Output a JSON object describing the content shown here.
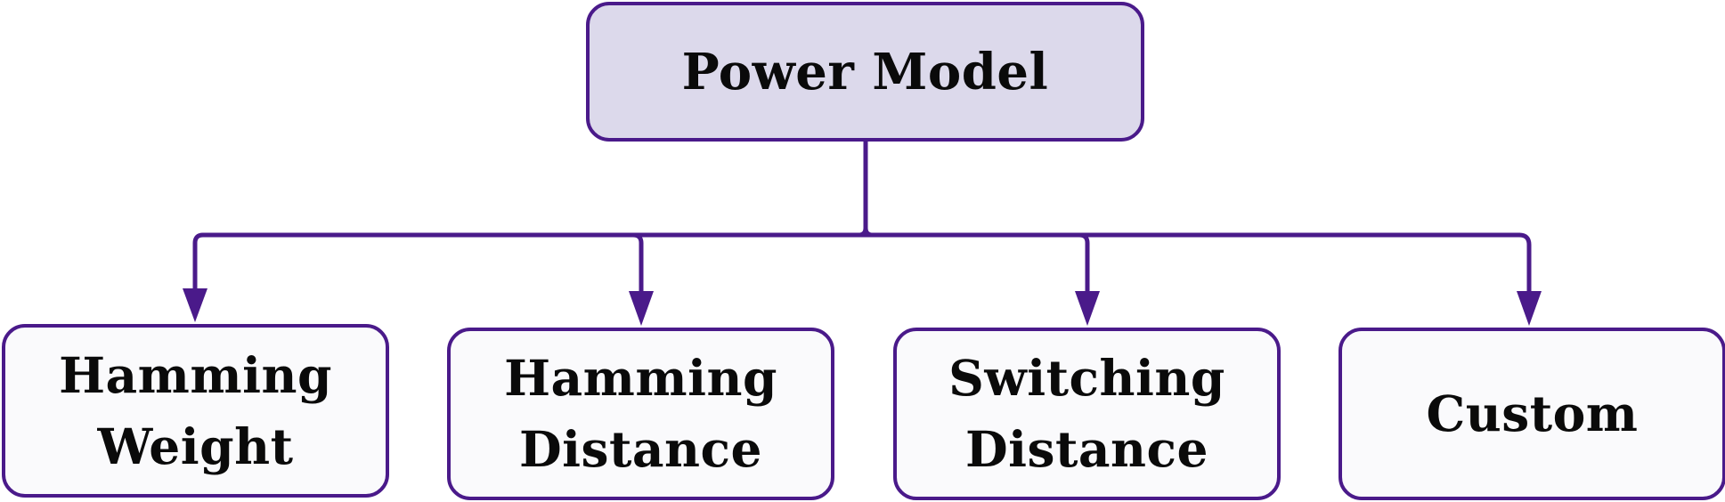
{
  "diagram": {
    "root": {
      "label": "Power Model"
    },
    "children": [
      {
        "line1": "Hamming",
        "line2": "Weight"
      },
      {
        "line1": "Hamming",
        "line2": "Distance"
      },
      {
        "line1": "Switching",
        "line2": "Distance"
      },
      {
        "line1": "Custom",
        "line2": ""
      }
    ],
    "colors": {
      "stroke": "#4a1a8a",
      "root_fill": "#dcd9eb",
      "leaf_fill": "#fafafc",
      "text": "#0a0a0a"
    }
  }
}
